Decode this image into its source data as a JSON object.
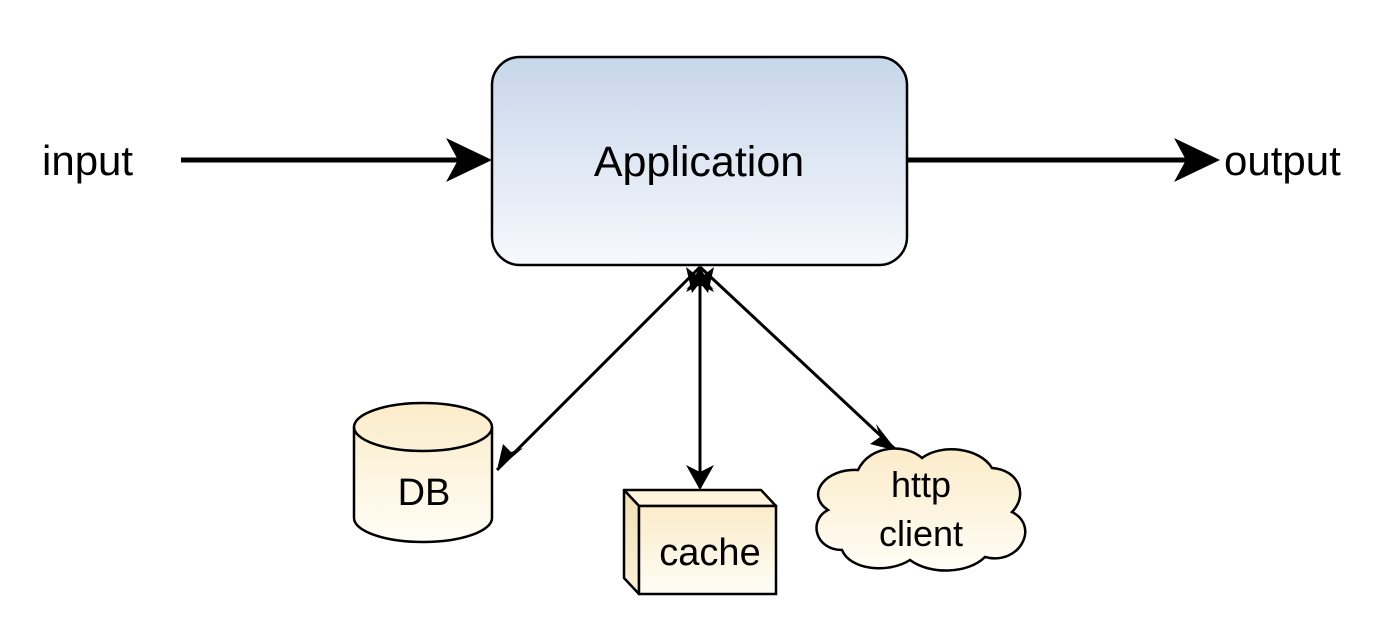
{
  "diagram": {
    "input_label": "input",
    "output_label": "output",
    "app": {
      "label": "Application"
    },
    "db": {
      "label": "DB"
    },
    "cache": {
      "label": "cache"
    },
    "http": {
      "line1": "http",
      "line2": "client"
    }
  },
  "colors": {
    "stroke": "#000000",
    "app_fill_top": "#c7d6ea",
    "app_fill_bottom": "#f7f9fd",
    "store_fill_top": "#fbecc9",
    "store_fill_bottom": "#fffdf6"
  }
}
